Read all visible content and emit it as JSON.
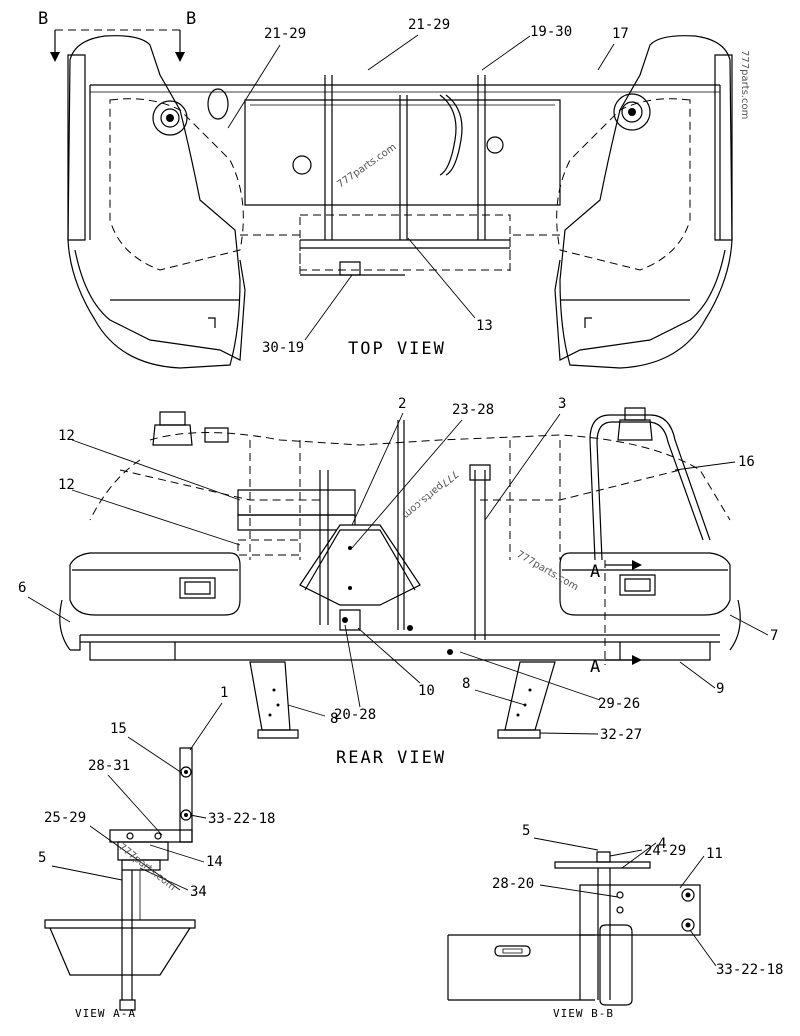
{
  "views": {
    "top": "TOP VIEW",
    "rear": "REAR VIEW",
    "aa": "VIEW A-A",
    "bb": "VIEW B-B"
  },
  "section_markers": {
    "b_left": "B",
    "b_right": "B",
    "a_top": "A",
    "a_bottom": "A"
  },
  "watermarks": {
    "w1": "777parts.com",
    "w2": "777parts.com",
    "w3": "777parts.com",
    "w4": "777parts.com",
    "w5": "777parts.com"
  },
  "callouts": {
    "top": {
      "c1": "21-29",
      "c2": "21-29",
      "c3": "19-30",
      "c4": "17",
      "c5": "30-19",
      "c6": "13"
    },
    "rear": {
      "c1": "2",
      "c2": "23-28",
      "c3": "3",
      "c4": "12",
      "c5": "12",
      "c6": "16",
      "c7": "6",
      "c8": "7",
      "c9": "9",
      "c10": "10",
      "c11": "29-26",
      "c12": "20-28",
      "c13": "8",
      "c14": "8",
      "c15": "32-27"
    },
    "aa": {
      "c1": "1",
      "c2": "15",
      "c3": "28-31",
      "c4": "33-22-18",
      "c5": "25-29",
      "c6": "14",
      "c7": "34",
      "c8": "5"
    },
    "bb": {
      "c1": "24-29",
      "c2": "5",
      "c3": "4",
      "c4": "11",
      "c5": "28-20",
      "c6": "33-22-18"
    }
  }
}
